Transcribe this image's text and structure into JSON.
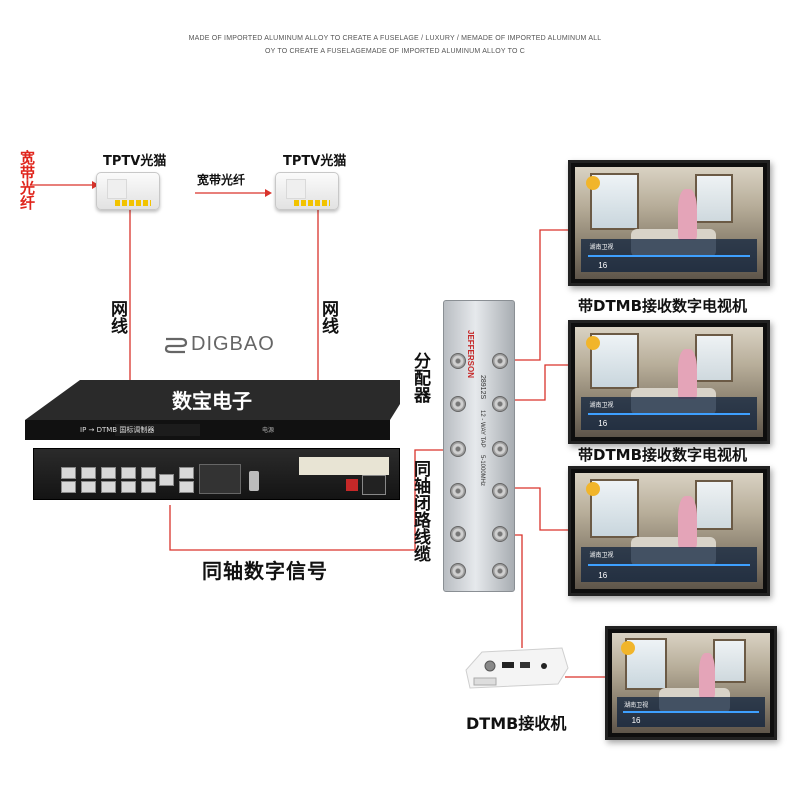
{
  "header": {
    "line1": "MADE OF IMPORTED ALUMINUM ALLOY TO CREATE A FUSELAGE / LUXURY / MEMADE OF IMPORTED ALUMINUM ALL",
    "line2": "OY TO CREATE A FUSELAGEMADE OF IMPORTED ALUMINUM ALLOY TO C"
  },
  "labels": {
    "broadband_fiber_vertical": "宽带光纤",
    "modem1": "TPTV光猫",
    "modem2": "TPTV光猫",
    "broadband_fiber": "宽带光纤",
    "network_cable_1": "网线",
    "network_cable_2": "网线",
    "brand": "DIGBAO",
    "company": "数宝电子",
    "splitter": "分配器",
    "coax_cable": "同轴闭路线缆",
    "coax_signal": "同轴数字信号",
    "tv1": "带DTMB接收数字电视机",
    "tv2": "带DTMB接收数字电视机",
    "receiver": "DTMB接收机"
  },
  "device": {
    "front_label": "IP → DTMB 国标调制器",
    "front_small": "电源"
  },
  "splitter_device": {
    "brand": "JEFFERSON",
    "model": "28912S",
    "spec": "12 - WAY TAP",
    "freq": "5-1000MHz"
  },
  "tv_osd": {
    "channel_name": "湖南卫视",
    "channel_number": "16"
  },
  "colors": {
    "line_red": "#d9332b",
    "fiber_text_red": "#e0251c",
    "rack_black": "#1a1a1a"
  }
}
